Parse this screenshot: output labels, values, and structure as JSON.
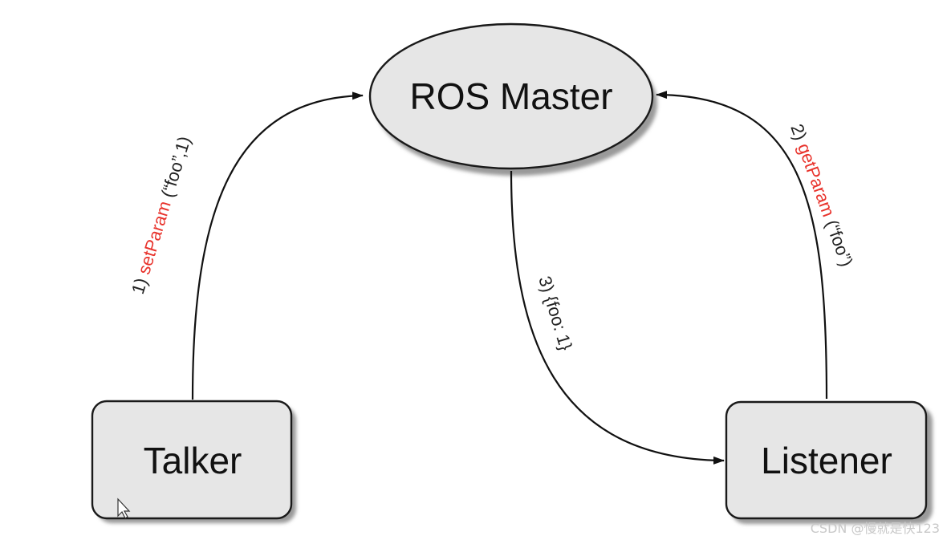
{
  "nodes": {
    "master": {
      "label": "ROS Master"
    },
    "talker": {
      "label": "Talker"
    },
    "listener": {
      "label": "Listener"
    }
  },
  "edges": {
    "set_param": {
      "step": "1) ",
      "fn": "setParam",
      "args": " (“foo”,1)"
    },
    "get_param": {
      "step": "2) ",
      "fn": "getParam",
      "args": " (“foo”)"
    },
    "response": {
      "text": "3) {foo: 1}"
    }
  },
  "colors": {
    "node_fill": "#e6e6e6",
    "node_stroke": "#1a1a1a",
    "shadow": "#9a9a9a",
    "edge": "#111111",
    "function_name": "#e8322b"
  },
  "watermark": "CSDN @慢就是快123"
}
